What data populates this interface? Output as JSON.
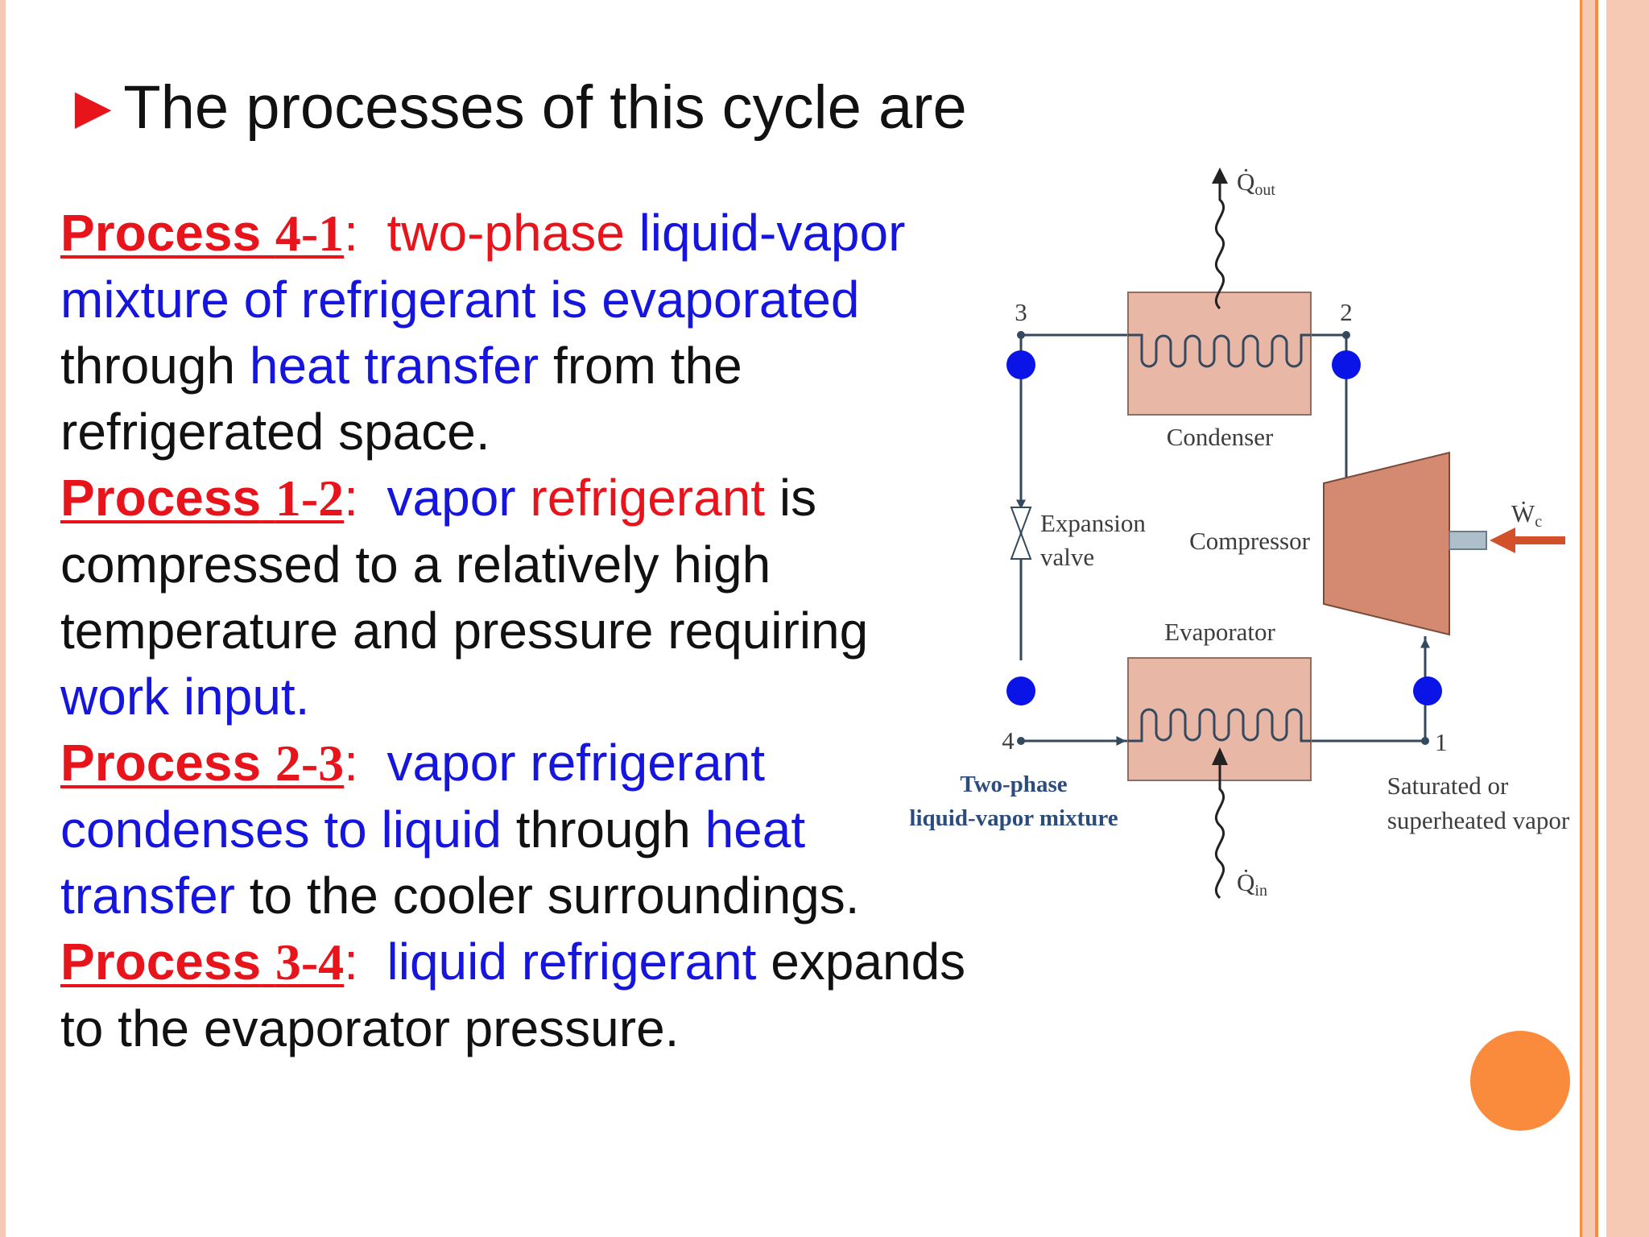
{
  "slide": {
    "title_arrow": "►",
    "title": "The processes of this cycle are"
  },
  "processes": [
    {
      "label": "Process",
      "number": "4-1",
      "colon": ":",
      "parts": [
        {
          "text": "two-phase ",
          "color": "red"
        },
        {
          "text": "liquid-vapor mixture of refrigerant is evaporated",
          "color": "blue"
        },
        {
          "text": " through ",
          "color": "black"
        },
        {
          "text": "heat transfer",
          "color": "blue"
        },
        {
          "text": " from the refrigerated space.",
          "color": "black"
        }
      ]
    },
    {
      "label": "Process",
      "number": "1-2",
      "colon": ":",
      "parts": [
        {
          "text": "vapor ",
          "color": "blue"
        },
        {
          "text": "refrigerant",
          "color": "red"
        },
        {
          "text": " is compressed to a relatively high temperature and pressure requiring ",
          "color": "black"
        },
        {
          "text": "work input.",
          "color": "blue"
        }
      ]
    },
    {
      "label": "Process",
      "number": "2-3",
      "colon": ":",
      "parts": [
        {
          "text": "vapor refrigerant condenses to liquid",
          "color": "blue"
        },
        {
          "text": " through ",
          "color": "black"
        },
        {
          "text": "heat transfer",
          "color": "blue"
        },
        {
          "text": " to the cooler surroundings.",
          "color": "black"
        }
      ]
    },
    {
      "label": "Process",
      "number": "3-4",
      "colon": ":",
      "parts": [
        {
          "text": "liquid refrigerant",
          "color": "blue"
        },
        {
          "text": " expands to the evaporator pressure.",
          "color": "black"
        }
      ]
    }
  ],
  "diagram": {
    "q_out": {
      "symbol": "Q̇",
      "sub": "out"
    },
    "q_in": {
      "symbol": "Q̇",
      "sub": "in"
    },
    "w_c": {
      "symbol": "Ẇ",
      "sub": "c"
    },
    "condenser": "Condenser",
    "evaporator": "Evaporator",
    "compressor": "Compressor",
    "expansion_valve_line1": "Expansion",
    "expansion_valve_line2": "valve",
    "state_points": [
      "1",
      "2",
      "3",
      "4"
    ],
    "mixture_line1": "Two-phase",
    "mixture_line2": "liquid-vapor mixture",
    "vapor_line1": "Saturated or",
    "vapor_line2": "superheated vapor",
    "colors": {
      "heat_exchanger": "#e8b7a6",
      "compressor": "#d48a70",
      "pipe": "#34495e",
      "marker": "#0a14e6",
      "work_arrow": "#d2502a"
    }
  },
  "theme": {
    "border_colors": [
      "#f6c9b4",
      "#fa8a3c"
    ],
    "decor_circle": "#fa8a3c"
  }
}
